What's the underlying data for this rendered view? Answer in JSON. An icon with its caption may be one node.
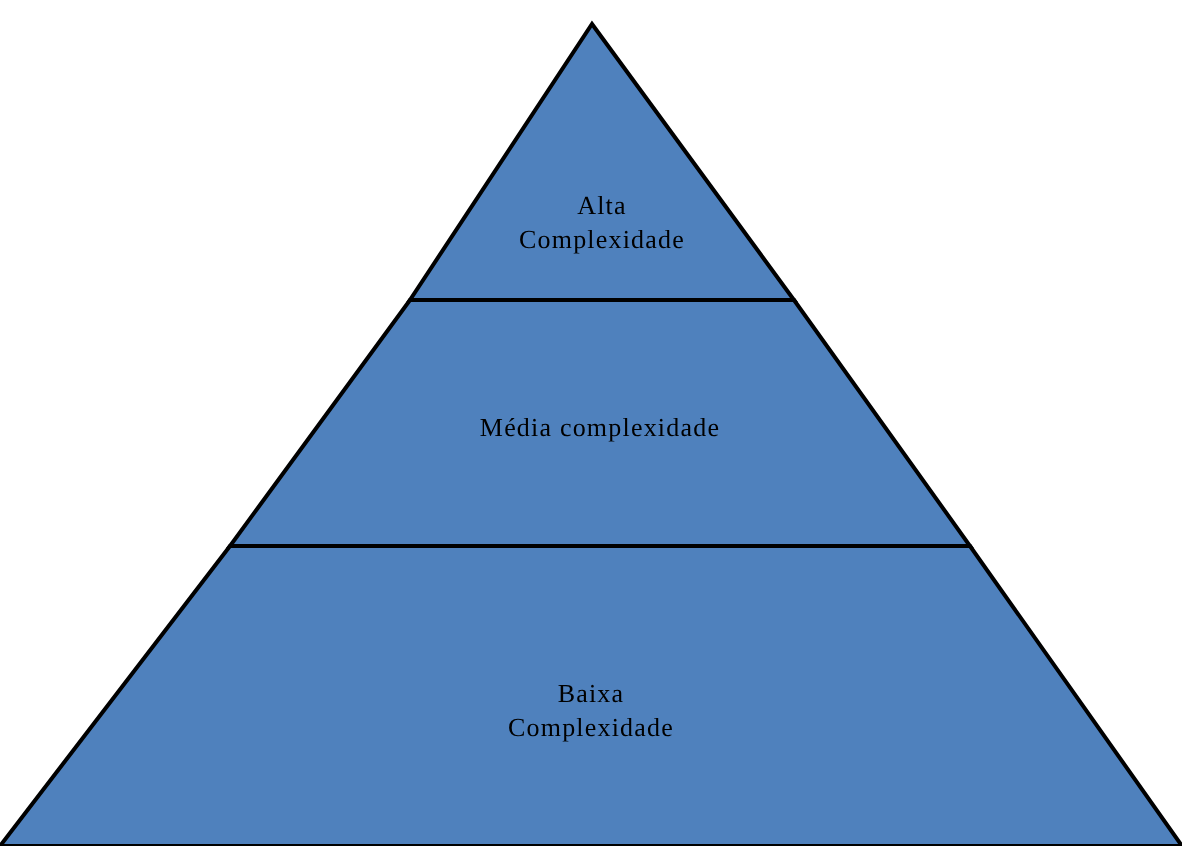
{
  "diagram": {
    "nodes": [
      {
        "text": [
          "Alta Complexidade"
        ]
      },
      {
        "text": [
          "Média complexidade"
        ]
      },
      {
        "text": [
          "Baixa Complexidade"
        ]
      }
    ]
  }
}
